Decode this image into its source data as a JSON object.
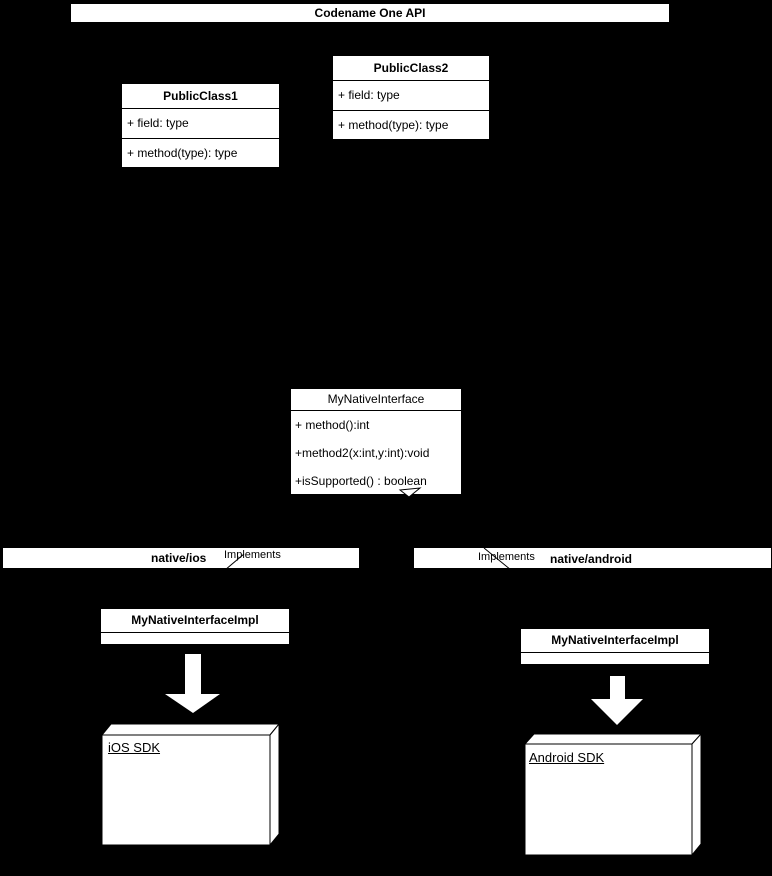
{
  "colors": {
    "background": "#000000",
    "shape_fill": "#ffffff",
    "line": "#000000"
  },
  "header": {
    "title": "Codename One API"
  },
  "api_classes": {
    "public_class_1": {
      "name": "PublicClass1",
      "members": [
        "+ field: type",
        "+ method(type): type"
      ]
    },
    "public_class_2": {
      "name": "PublicClass2",
      "members": [
        "+ field: type",
        "+ method(type): type"
      ]
    }
  },
  "native_interface": {
    "name": "MyNativeInterface",
    "members": [
      "+ method():int",
      "+method2(x:int,y:int):void",
      "+isSupported() : boolean"
    ]
  },
  "packages": {
    "ios": {
      "name": "native/ios",
      "relation_label": "Implements",
      "impl_class": "MyNativeInterfaceImpl",
      "sdk_node": "iOS SDK"
    },
    "android": {
      "name": "native/android",
      "relation_label": "Implements",
      "impl_class": "MyNativeInterfaceImpl",
      "sdk_node": "Android SDK"
    }
  }
}
